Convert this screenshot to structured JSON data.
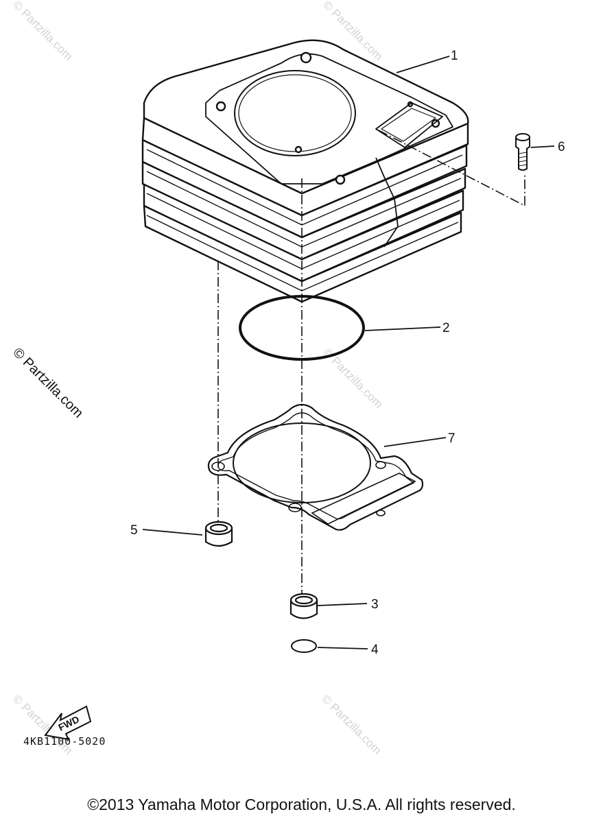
{
  "watermark_text": "© Partzilla.com",
  "callouts": [
    {
      "id": "1",
      "label": "1"
    },
    {
      "id": "2",
      "label": "2"
    },
    {
      "id": "3",
      "label": "3"
    },
    {
      "id": "4",
      "label": "4"
    },
    {
      "id": "5",
      "label": "5"
    },
    {
      "id": "6",
      "label": "6"
    },
    {
      "id": "7",
      "label": "7"
    }
  ],
  "fwd_label": "FWD",
  "part_number": "4KB1100-5020",
  "copyright": "©2013 Yamaha Motor Corporation, U.S.A. All rights reserved.",
  "icons": [
    "fwd-arrow-icon"
  ]
}
